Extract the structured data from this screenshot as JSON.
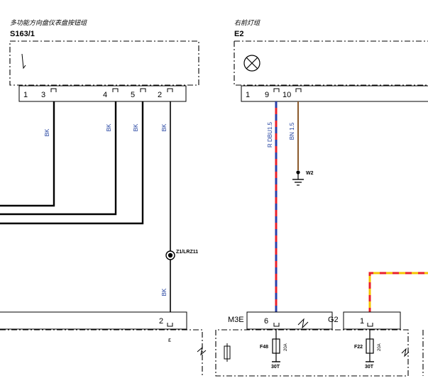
{
  "components": {
    "s163": {
      "title": "多功能方向盘仪表盘按钮组",
      "ref": "S163/1",
      "pins": [
        "1",
        "3",
        "4",
        "5",
        "2"
      ]
    },
    "e2": {
      "title": "右前灯组",
      "ref": "E2",
      "pins": [
        "1",
        "9",
        "10"
      ]
    },
    "m3e": {
      "ref": "M3E",
      "pin": "6"
    },
    "g2": {
      "ref": "G2",
      "pin": "1"
    },
    "lower_left": {
      "pin": "2",
      "marker": "ε"
    }
  },
  "wires": {
    "bk": "BK",
    "e2_pin9": "R DBU1.5",
    "e2_pin10": "BN 1.5"
  },
  "grounds": {
    "w2": "W2"
  },
  "splices": {
    "z1": "Z1/LRZ11"
  },
  "fuses": {
    "f48": {
      "name": "F48",
      "rating": "20A",
      "terminal": "30T"
    },
    "f22": {
      "name": "F22",
      "rating": "20A",
      "terminal": "30T"
    }
  },
  "colors": {
    "black": "#000000",
    "red": "#e8202a",
    "blue": "#2a3fa8",
    "brown": "#8b5a2b",
    "yellow": "#f5c400"
  }
}
